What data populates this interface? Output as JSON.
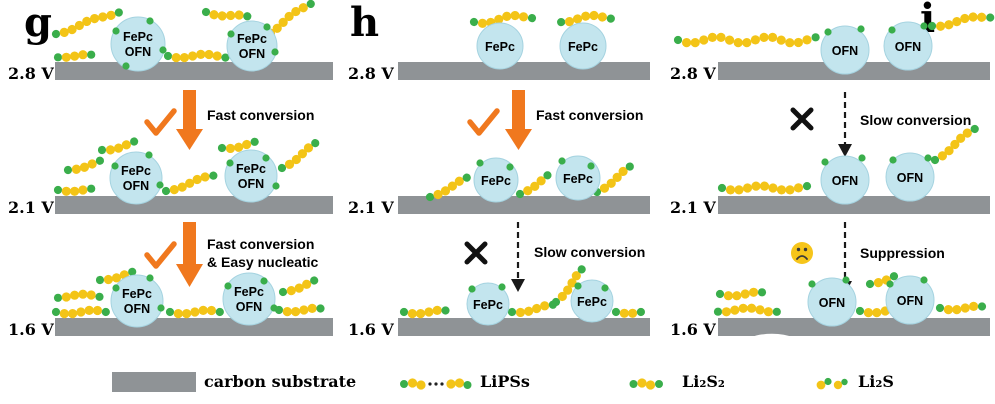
{
  "figure": {
    "panels": [
      {
        "letter": "g",
        "particle_line1": "FePc",
        "particle_line2": "OFN",
        "voltages": [
          "2.8 V",
          "2.1 V",
          "1.6 V"
        ],
        "transitions": [
          {
            "mark": "check",
            "arrow": "solid",
            "line1": "Fast conversion",
            "line2": ""
          },
          {
            "mark": "check",
            "arrow": "solid",
            "line1": "Fast conversion",
            "line2": "& Easy nucleatic"
          }
        ]
      },
      {
        "letter": "h",
        "particle_line1": "FePc",
        "voltages": [
          "2.8 V",
          "2.1 V",
          "1.6 V"
        ],
        "transitions": [
          {
            "mark": "check",
            "arrow": "solid",
            "line1": "Fast conversion",
            "line2": ""
          },
          {
            "mark": "cross",
            "arrow": "dashed",
            "line1": "Slow conversion",
            "line2": ""
          }
        ]
      },
      {
        "letter": "i",
        "particle_line1": "OFN",
        "voltages": [
          "2.8 V",
          "2.1 V",
          "1.6 V"
        ],
        "transitions": [
          {
            "mark": "cross",
            "arrow": "dashed",
            "line1": "Slow conversion",
            "line2": ""
          },
          {
            "mark": "sad-face",
            "arrow": "dashed",
            "line1": "Suppression",
            "line2": ""
          }
        ]
      }
    ],
    "legend": {
      "substrate": "carbon substrate",
      "lipss": "LiPSs",
      "li2s2": "Li₂S₂",
      "li2s": "Li₂S"
    },
    "colors": {
      "substrate": "#8f9396",
      "particle": "#c3e5ee",
      "bead_yellow": "#f3c417",
      "bead_green": "#3aae4b",
      "arrow_orange": "#f0781e"
    }
  }
}
